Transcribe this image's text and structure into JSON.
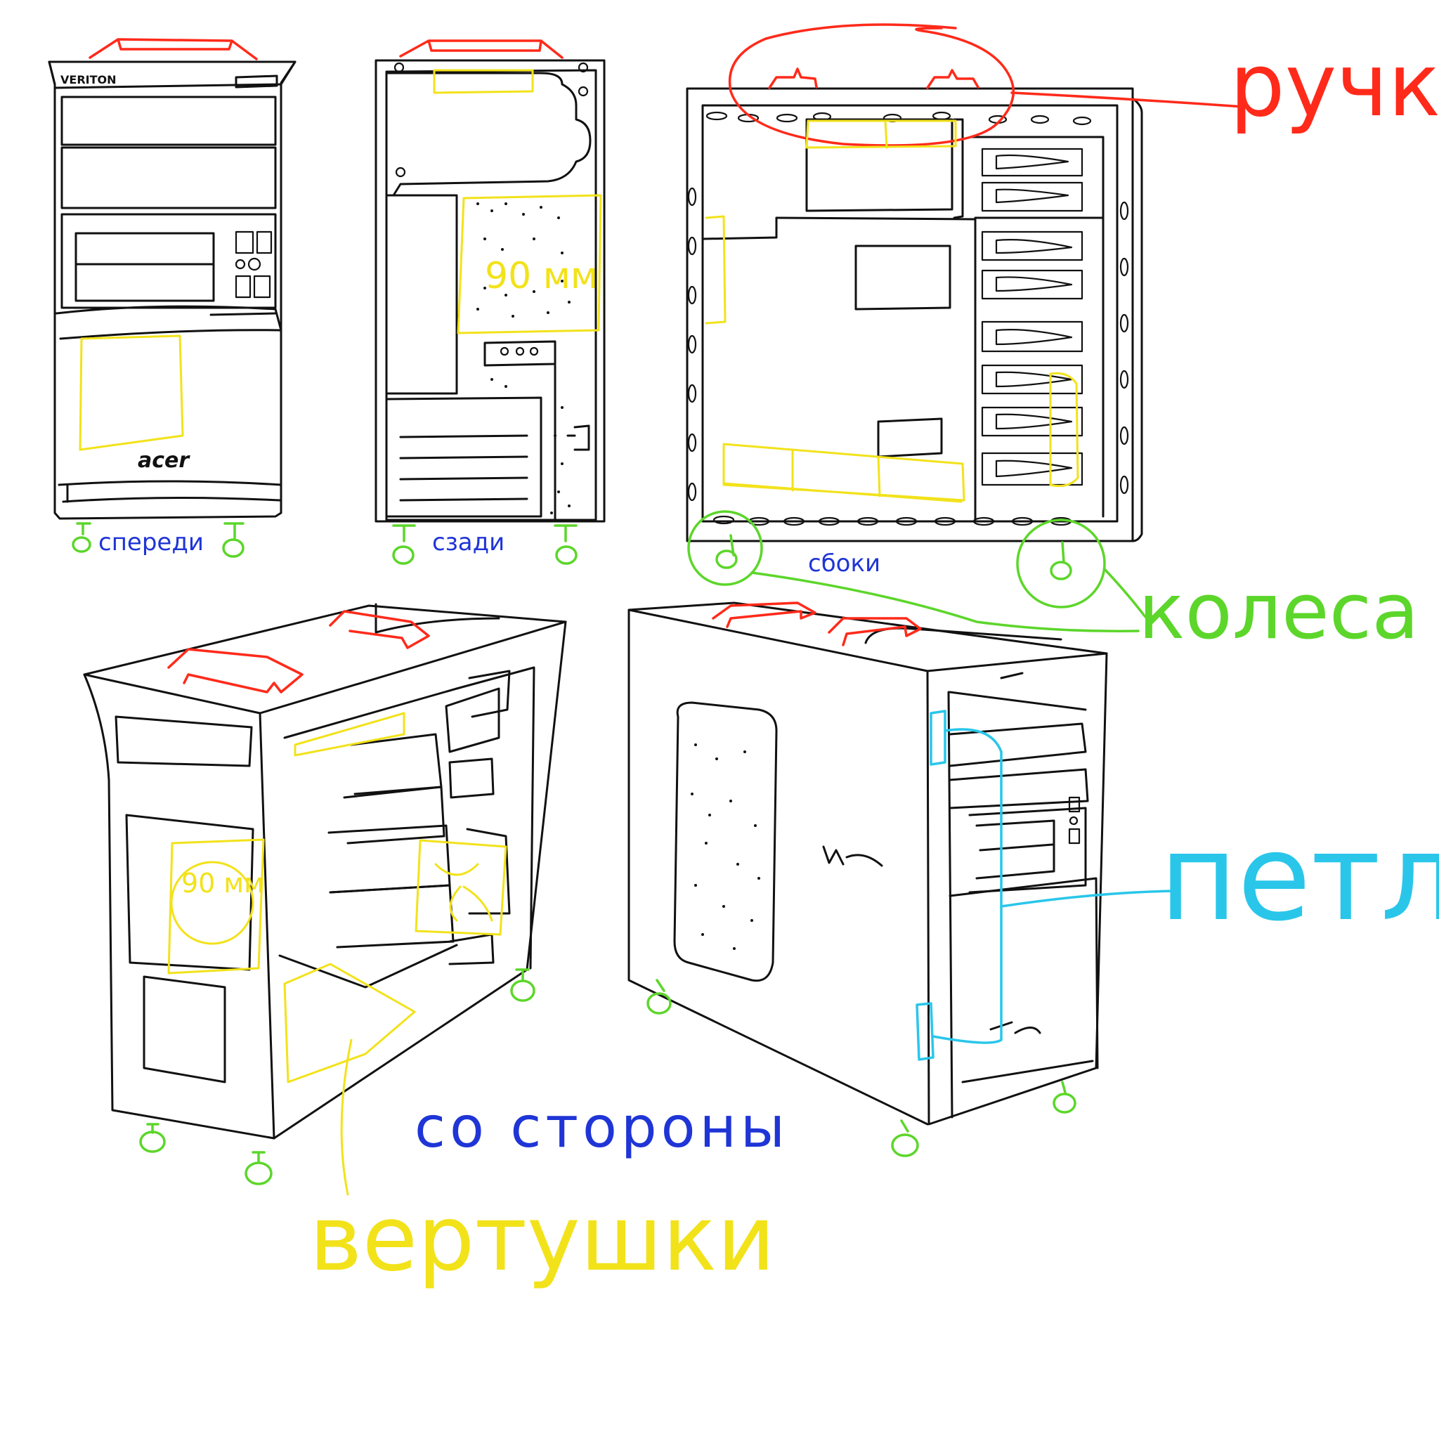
{
  "labels": {
    "front": "спереди",
    "back": "сзади",
    "side": "сбоки",
    "from_side": "со стороны",
    "handles": "ручки",
    "wheels": "колеса",
    "hinges": "петли",
    "fans": "вертушки"
  },
  "markings": {
    "brand_top": "VERITON",
    "brand_bottom": "acer",
    "fan_size_back": "90 мм",
    "fan_size_view": "90 мм"
  },
  "colors": {
    "outline": "#111111",
    "handles": "#ff2a1a",
    "fans": "#f2e21a",
    "wheels": "#5cd62a",
    "hinges": "#29c6ea",
    "view_labels": "#1f35d6"
  }
}
